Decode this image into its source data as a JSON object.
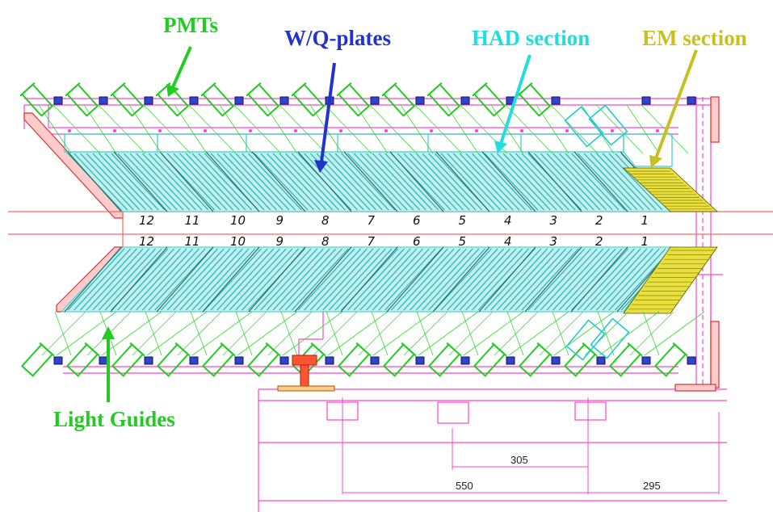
{
  "labels": {
    "pmts": "PMTs",
    "plates": "W/Q-plates",
    "had": "HAD section",
    "em": "EM section",
    "guides": "Light Guides"
  },
  "modules_top": [
    "12",
    "11",
    "10",
    "9",
    "8",
    "7",
    "6",
    "5",
    "4",
    "3",
    "2",
    "1"
  ],
  "modules_bottom": [
    "12",
    "11",
    "10",
    "9",
    "8",
    "7",
    "6",
    "5",
    "4",
    "3",
    "2",
    "1"
  ],
  "dimensions": {
    "d305": "305",
    "d550": "550",
    "d295": "295"
  },
  "colors": {
    "pmt_label": "#22cc22",
    "plates_label": "#2233cc",
    "had_label": "#22dddd",
    "em_label": "#c8c020",
    "guides_label": "#22cc22",
    "frame": "#ff44cc",
    "guide_lines": "#33dd33",
    "plates": "#33cccc",
    "em_fill": "#e8e040",
    "axis": "#ff6666"
  }
}
